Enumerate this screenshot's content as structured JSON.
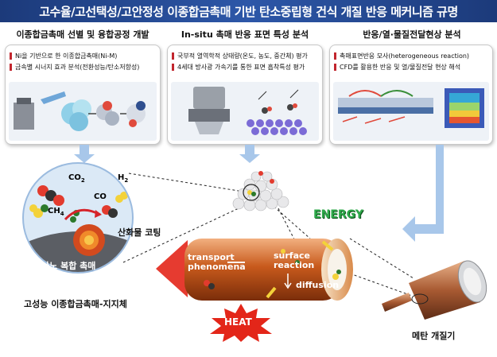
{
  "title": "고수율/고선택성/고안정성 이종합금촉매 기반 탄소중립형 건식 개질 반응 메커니즘 규명",
  "sections": [
    {
      "title": "이종합금촉매 선별 및 융합공정 개발",
      "bullets": [
        "Ni을 기반으로 한 이종합금촉매(Ni-M)",
        "금속별 시너지 효과 분석(전환성능/탄소저항성)"
      ]
    },
    {
      "title": "In-situ 촉매 반응 표면 특성 분석",
      "bullets": [
        "국부적 열역학적 상태량(온도, 농도, 중간체) 평가",
        "4세대 방사광 가속기를 통한 표면 흡착특성 평가"
      ]
    },
    {
      "title": "반응/열·물질전달현상 분석",
      "bullets": [
        "촉매표면반응 모사(heterogeneous reaction)",
        "CFD를 활용한 반응 및 열/물질전달 현상 해석"
      ]
    }
  ],
  "catalyst": {
    "co2": "CO",
    "co2_sub": "2",
    "h2": "H",
    "h2_sub": "2",
    "co": "CO",
    "ch4": "CH",
    "ch4_sub": "4",
    "oxide_coating": "산화물 코팅",
    "nano_catalyst": "나노 복합 촉매",
    "caption": "고성능 이종합금촉매-지지체"
  },
  "reactor": {
    "transport": "transport",
    "phenomena": "phenomena",
    "surface": "surface",
    "reaction": "reaction",
    "diffusion": "diffusion"
  },
  "energy_label": "ENERGY",
  "heat_label": "HEAT",
  "reformer_label": "메탄 개질기",
  "colors": {
    "banner": "#1c3a7a",
    "energy": "#2ea84a",
    "heat": "#e32619",
    "arrow_blue": "#a8c7ea",
    "tube": "#c85a1c"
  }
}
